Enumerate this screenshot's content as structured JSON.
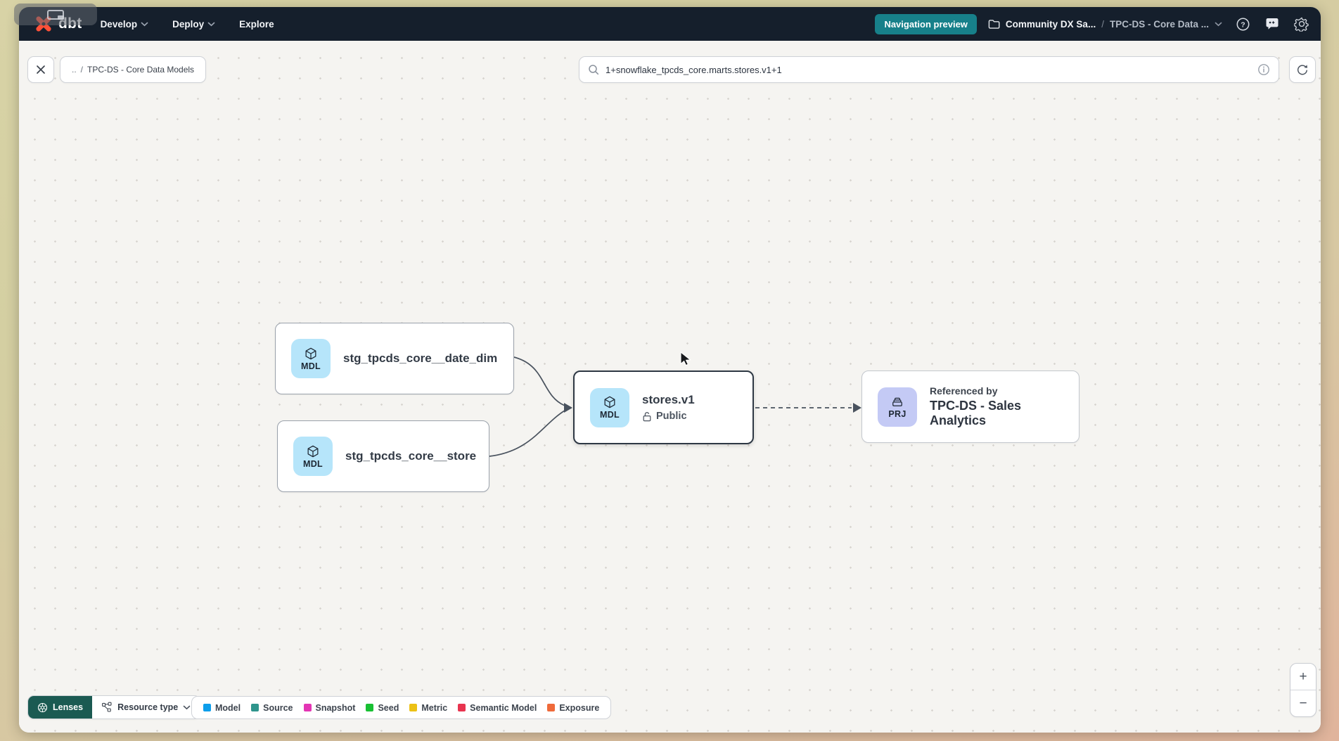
{
  "navbar": {
    "logo": "dbt",
    "items": [
      {
        "label": "Develop"
      },
      {
        "label": "Deploy"
      },
      {
        "label": "Explore"
      }
    ],
    "badge": "Navigation preview",
    "project": "Community DX Sa...",
    "separator": "/",
    "section": "TPC-DS - Core Data ..."
  },
  "toolbar": {
    "chip_prefix": "..",
    "chip_separator": "/",
    "chip_label": "TPC-DS - Core Data Models",
    "search_value": "1+snowflake_tpcds_core.marts.stores.v1+1"
  },
  "graph": {
    "nodes": [
      {
        "badge": "MDL",
        "label": "stg_tpcds_core__date_dim"
      },
      {
        "badge": "MDL",
        "label": "stg_tpcds_core__store"
      },
      {
        "badge": "MDL",
        "label": "stores.v1",
        "access": "Public"
      },
      {
        "badge": "PRJ",
        "kicker": "Referenced by",
        "label": "TPC-DS - Sales Analytics"
      }
    ]
  },
  "footer": {
    "lenses": "Lenses",
    "resource_type": "Resource type",
    "legend": [
      {
        "label": "Model",
        "color": "#0d9eeb"
      },
      {
        "label": "Source",
        "color": "#2f958c"
      },
      {
        "label": "Snapshot",
        "color": "#e335b4"
      },
      {
        "label": "Seed",
        "color": "#18c033"
      },
      {
        "label": "Metric",
        "color": "#ecc115"
      },
      {
        "label": "Semantic Model",
        "color": "#e8344f"
      },
      {
        "label": "Exposure",
        "color": "#ef6a3a"
      }
    ]
  },
  "zoom": {
    "in": "+",
    "out": "−"
  },
  "colors": {
    "navbar_bg": "#151f2c",
    "badge_teal": "#17808a",
    "lenses_teal": "#1b5a52",
    "mdl_badge": "#b6e5fa",
    "prj_badge": "#c4caf5",
    "dbt_orange": "#ff5038",
    "canvas_bg": "#f5f4f1",
    "selected_border": "#2e3844"
  }
}
